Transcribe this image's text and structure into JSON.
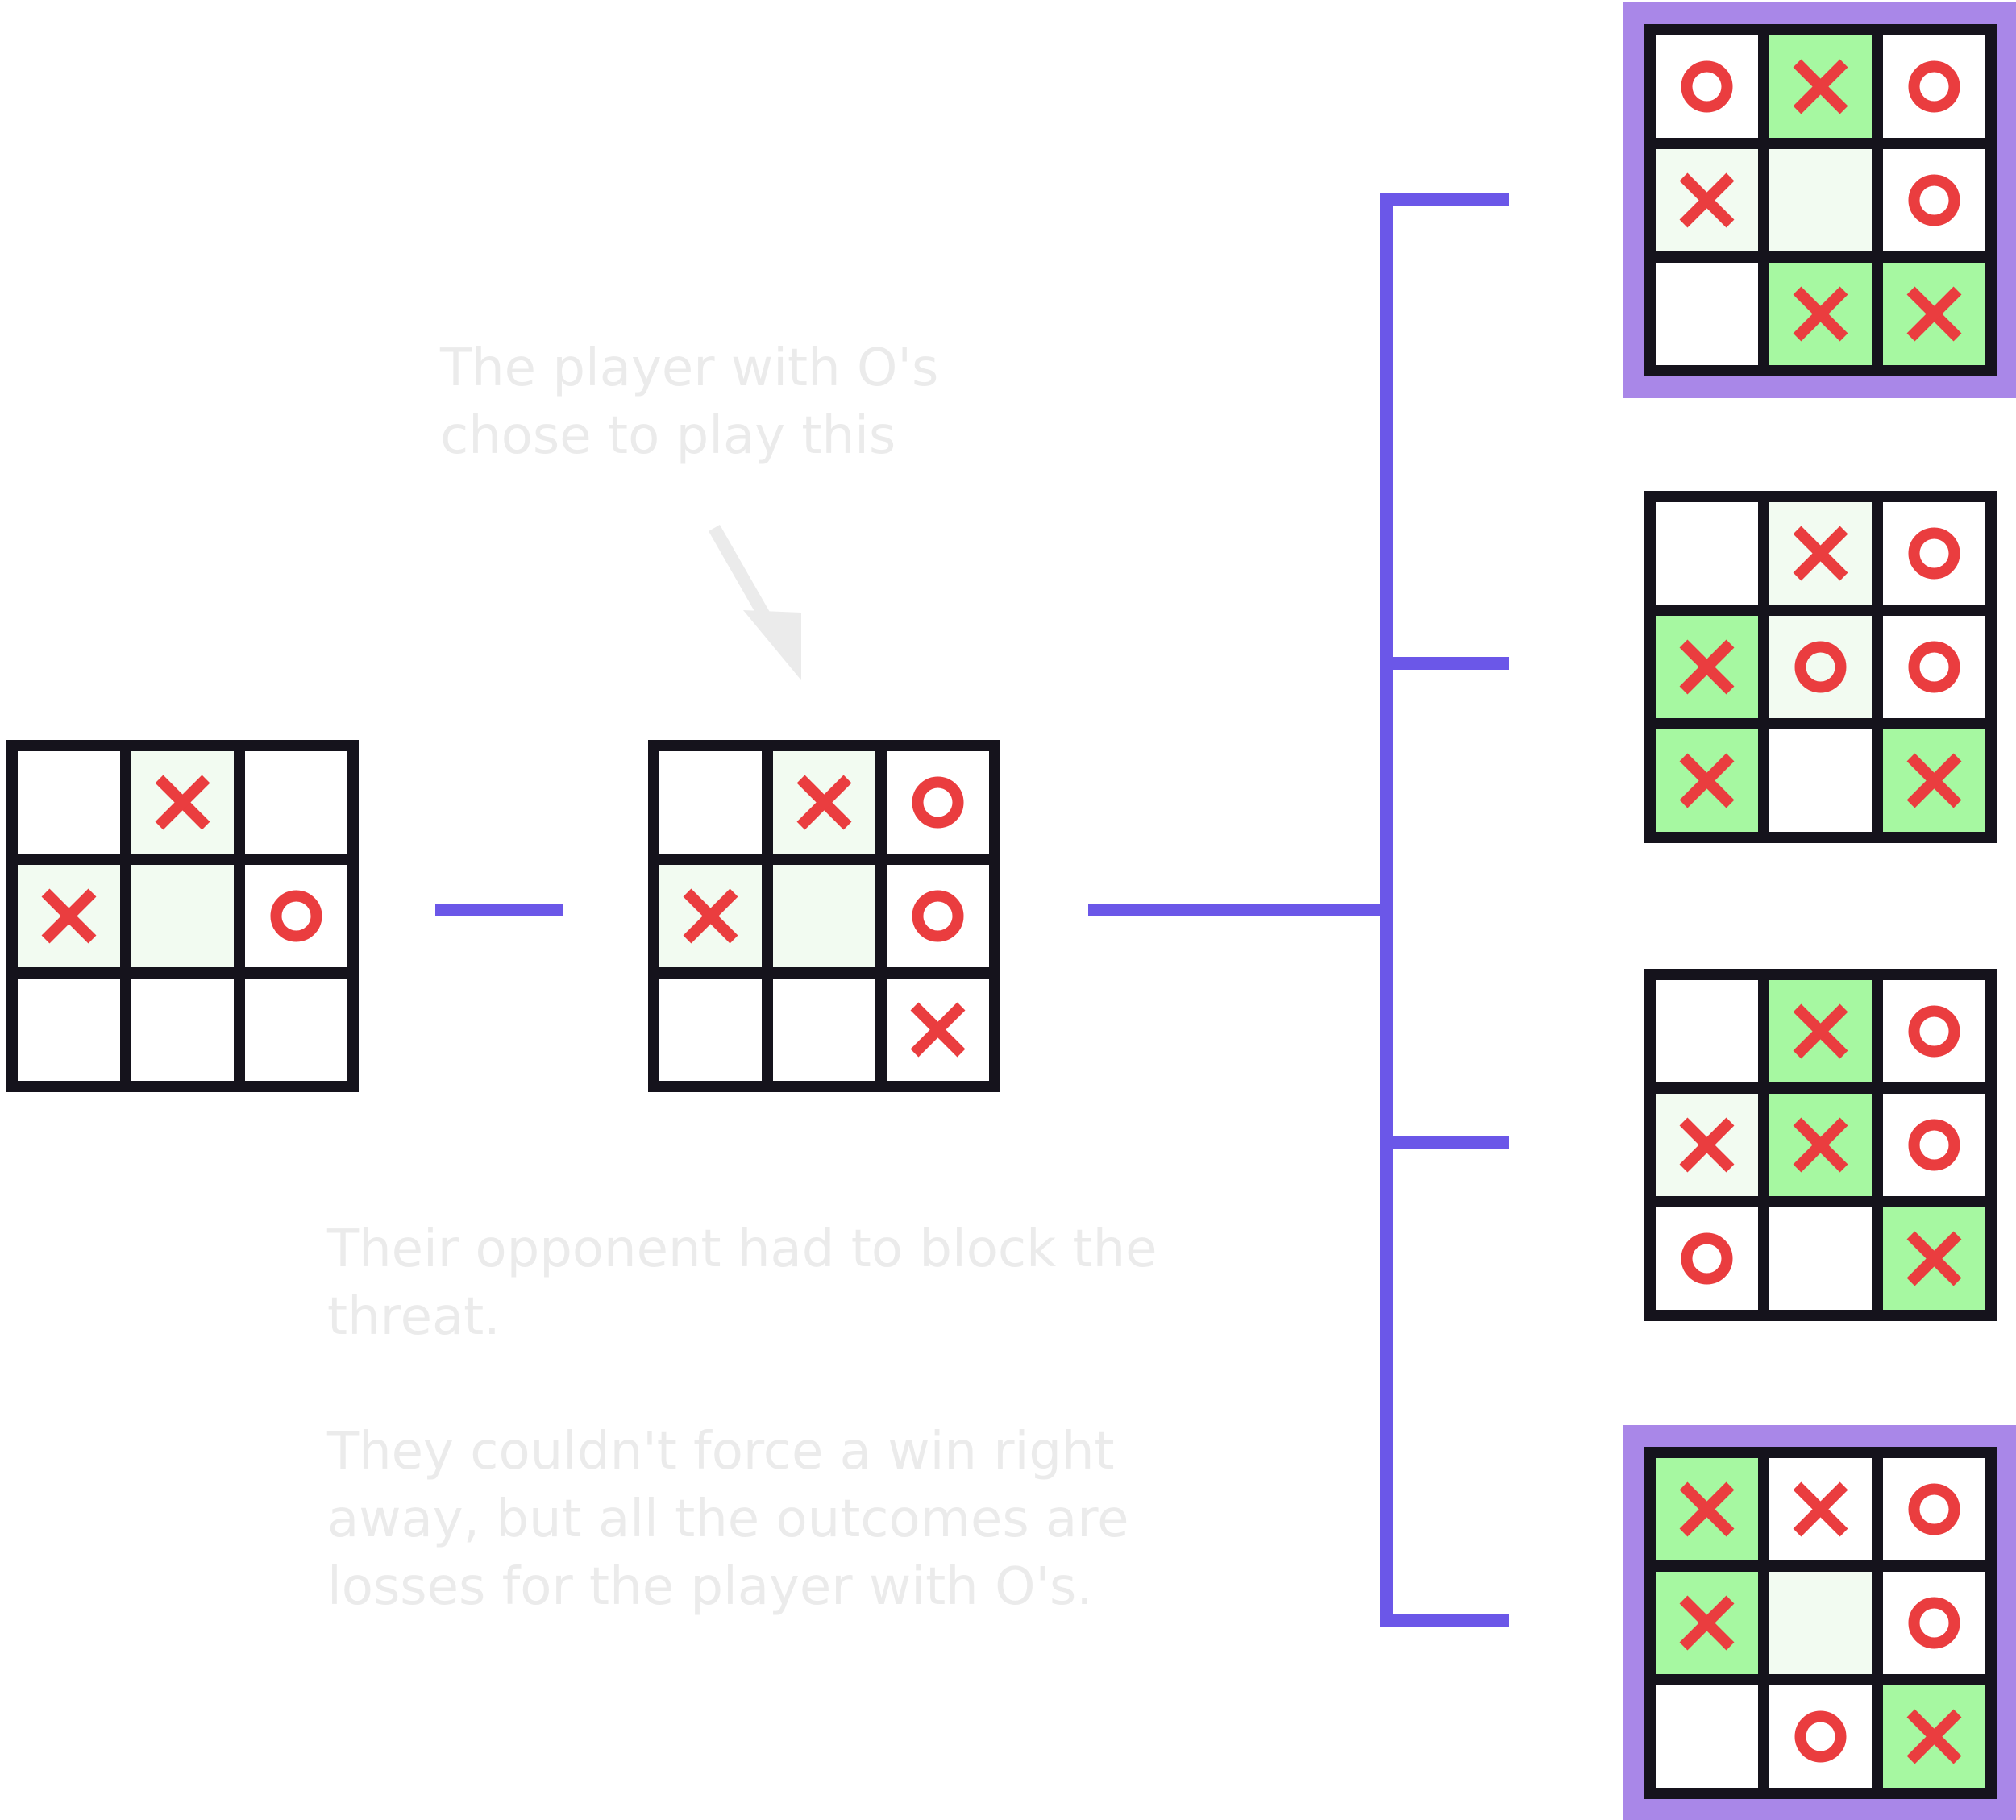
{
  "captions": {
    "top_note": "The player with O's\nchose to play this",
    "bottom_note_1": "Their opponent had to block the\nthreat.",
    "bottom_note_2": "They couldn't force a win right\naway, but all the outcomes are\nlosses for the player with O's."
  },
  "colors": {
    "grid_line": "#15131c",
    "mark": "#ea3d3f",
    "empty_cell": "#ffffff",
    "light_cell": "#f2fbf1",
    "win_cell": "#a6f8a1",
    "highlight_frame": "#a987e8",
    "connector": "#6b57e8",
    "caption_text": "#ebebeb",
    "arrow": "#ebebeb"
  },
  "boards": [
    {
      "id": "start-position",
      "cells": [
        "",
        "X",
        "",
        "X",
        "",
        "O",
        "",
        "",
        ""
      ],
      "shade": [
        "w",
        "l",
        "w",
        "l",
        "l",
        "w",
        "w",
        "w",
        "w"
      ],
      "highlighted": false
    },
    {
      "id": "o-move-position",
      "cells": [
        "",
        "X",
        "O",
        "X",
        "",
        "O",
        "",
        "",
        "X"
      ],
      "shade": [
        "w",
        "l",
        "w",
        "l",
        "l",
        "w",
        "w",
        "w",
        "w"
      ],
      "highlighted": false
    },
    {
      "id": "outcome-1",
      "cells": [
        "O",
        "X",
        "O",
        "X",
        "",
        "O",
        "",
        "X",
        "X"
      ],
      "shade": [
        "w",
        "g",
        "w",
        "l",
        "l",
        "w",
        "w",
        "g",
        "g"
      ],
      "highlighted": true
    },
    {
      "id": "outcome-2",
      "cells": [
        "",
        "X",
        "O",
        "X",
        "O",
        "O",
        "X",
        "",
        "X"
      ],
      "shade": [
        "w",
        "l",
        "w",
        "g",
        "l",
        "w",
        "g",
        "w",
        "g"
      ],
      "highlighted": false
    },
    {
      "id": "outcome-3",
      "cells": [
        "",
        "X",
        "O",
        "X",
        "X",
        "O",
        "O",
        "",
        "X"
      ],
      "shade": [
        "w",
        "g",
        "w",
        "l",
        "g",
        "w",
        "w",
        "w",
        "g"
      ],
      "highlighted": false
    },
    {
      "id": "outcome-4",
      "cells": [
        "X",
        "X",
        "O",
        "X",
        "",
        "O",
        "",
        "O",
        "X"
      ],
      "shade": [
        "g",
        "w",
        "w",
        "g",
        "l",
        "w",
        "w",
        "w",
        "g"
      ],
      "highlighted": true
    }
  ]
}
